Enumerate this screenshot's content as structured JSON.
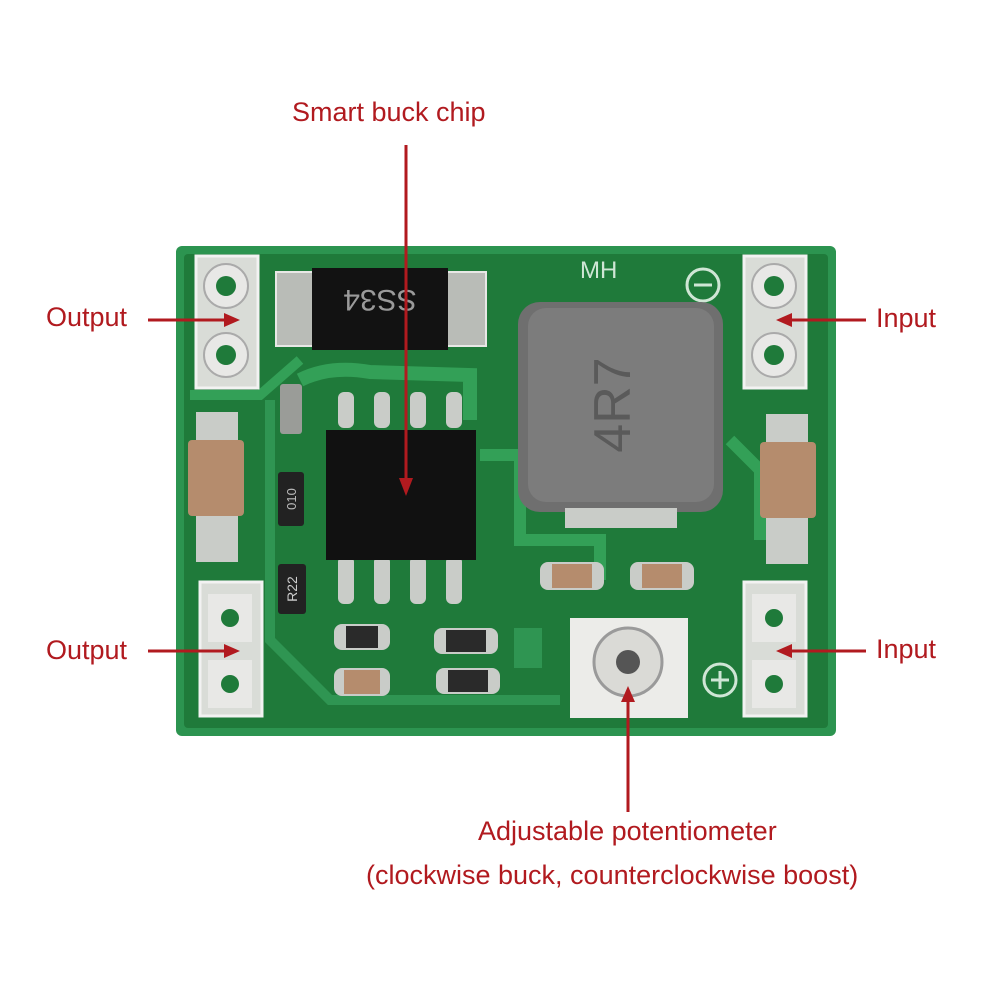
{
  "colors": {
    "annotation": "#b11a1f",
    "pcb": "#1f7a3a",
    "pcb_edge": "#2d9a4e",
    "silver": "#c9ccc8"
  },
  "labels": {
    "chip": "Smart buck chip",
    "output_top": "Output",
    "output_bottom": "Output",
    "input_top": "Input",
    "input_bottom": "Input",
    "pot_line1": "Adjustable potentiometer",
    "pot_line2": "(clockwise buck, counterclockwise boost)"
  },
  "board": {
    "silk_mh": "MH",
    "diode_marking": "SS34",
    "inductor_marking": "4R7",
    "resistor_marking": "R22",
    "small_marking": "010"
  }
}
